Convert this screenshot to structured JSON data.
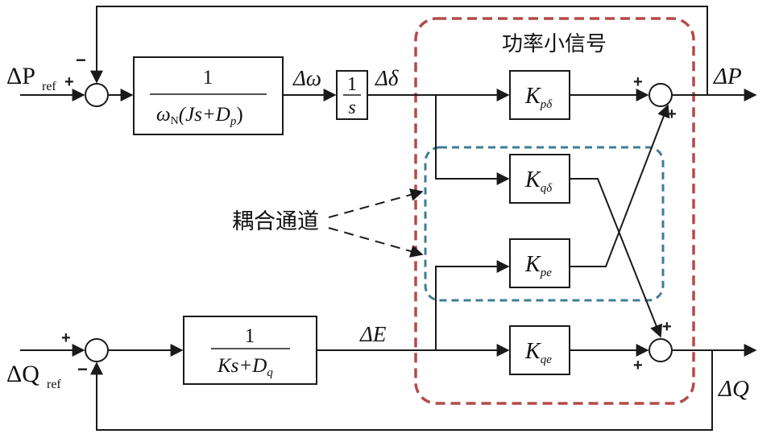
{
  "signals": {
    "dp_ref": "ΔP",
    "dp_ref_sub": "ref",
    "dq_ref": "ΔQ",
    "dq_ref_sub": "ref",
    "domega": "Δω",
    "ddelta": "Δδ",
    "de": "ΔE",
    "dp_out": "ΔP",
    "dq_out": "ΔQ"
  },
  "blocks": {
    "swing_num": "1",
    "swing_den_omega": "ω",
    "swing_den_sub": "N",
    "swing_den_rest": "(Js+D",
    "swing_den_sub2": "p",
    "swing_den_close": ")",
    "integ_num": "1",
    "integ_den": "s",
    "volt_num": "1",
    "volt_den": "Ks+D",
    "volt_den_sub": "q",
    "k_main": "K",
    "k_pd_sub": "pδ",
    "k_qd_sub": "qδ",
    "k_pe_sub": "pe",
    "k_qe_sub": "qe"
  },
  "signs": {
    "plus": "+",
    "minus": "−"
  },
  "labels": {
    "small_signal": "功率小信号",
    "coupling": "耦合通道"
  },
  "colors": {
    "small_signal_box": "#b44a4a",
    "coupling_box": "#3f7d95"
  }
}
